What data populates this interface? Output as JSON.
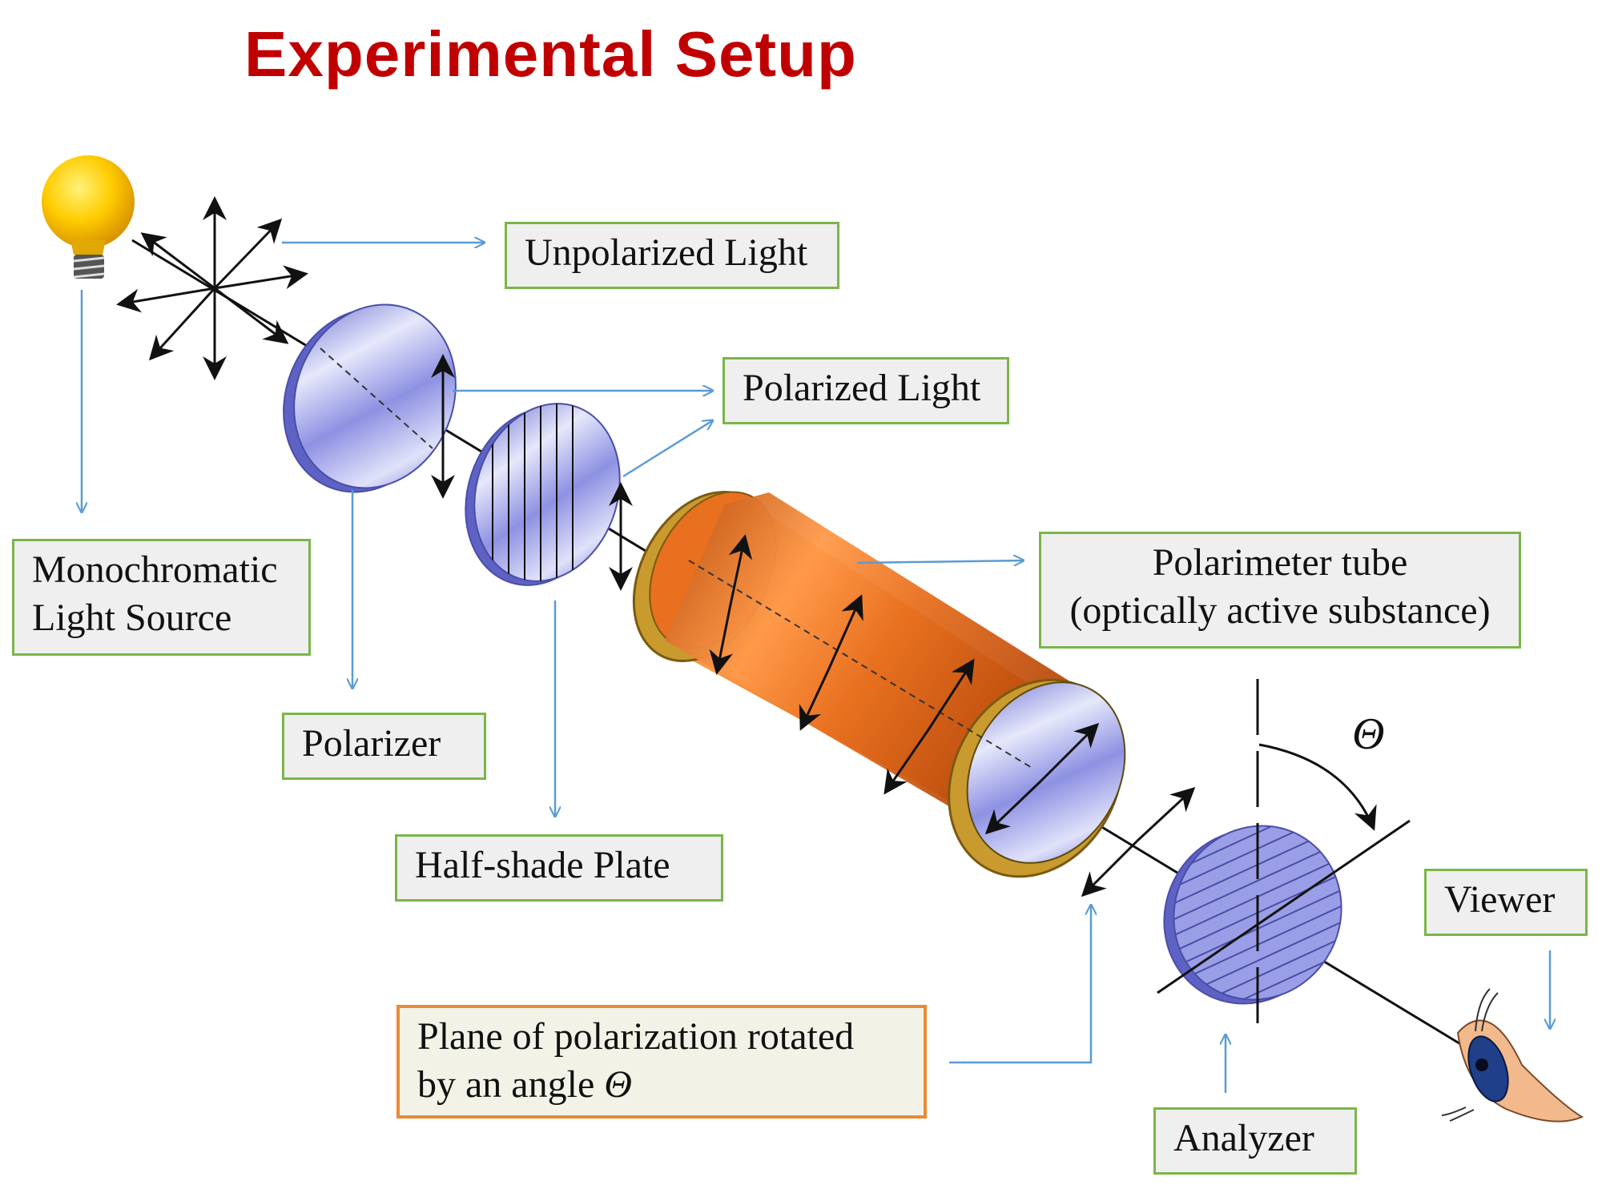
{
  "title": "Experimental Setup",
  "labels": {
    "unpolarized_light": "Unpolarized Light",
    "polarized_light": "Polarized Light",
    "light_source_line1": "Monochromatic",
    "light_source_line2": "Light Source",
    "polarizer": "Polarizer",
    "half_shade_plate": "Half-shade Plate",
    "tube_line1": "Polarimeter tube",
    "tube_line2": "(optically active substance)",
    "rotation_line1": "Plane of polarization rotated",
    "rotation_line2_prefix": "by an angle ",
    "theta": "Θ",
    "viewer": "Viewer",
    "analyzer": "Analyzer"
  },
  "colors": {
    "title": "#c00000",
    "label_border": "#7ab648",
    "highlight_border": "#e98a34",
    "pointer_arrow": "#5b9bd5",
    "tube": "#e8701f",
    "disc": "#8a8fe0"
  },
  "icons": [
    "light-bulb-icon",
    "eye-icon"
  ]
}
